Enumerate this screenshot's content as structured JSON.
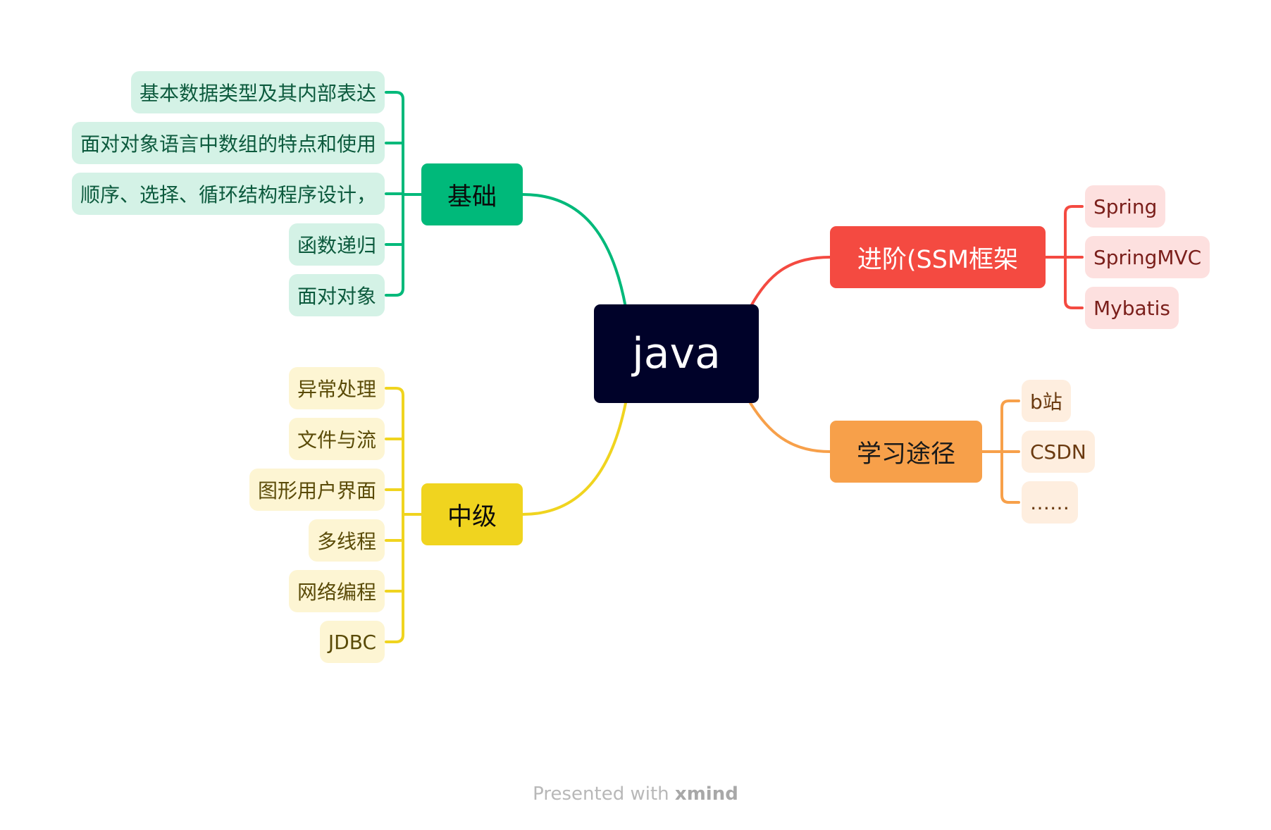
{
  "root": {
    "label": "java"
  },
  "branches": {
    "jichu": {
      "label": "基础",
      "color": "#00b97a",
      "leaf_bg": "#d4f2e6",
      "leaf_text": "#0c5a3d",
      "items": [
        "基本数据类型及其内部表达",
        "面对对象语言中数组的特点和使用",
        "顺序、选择、循环结构程序设计，",
        "函数递归",
        "面对对象"
      ]
    },
    "zhongji": {
      "label": "中级",
      "color": "#f0d41f",
      "leaf_bg": "#fdf5d3",
      "leaf_text": "#5a4b08",
      "items": [
        "异常处理",
        "文件与流",
        "图形用户界面",
        "多线程",
        "网络编程",
        "JDBC"
      ]
    },
    "jinjie": {
      "label": "进阶(SSM框架",
      "color": "#f44a41",
      "leaf_bg": "#fde0df",
      "leaf_text": "#7a1e1a",
      "items": [
        "Spring",
        "SpringMVC",
        "Mybatis"
      ]
    },
    "tujing": {
      "label": "学习途径",
      "color": "#f7a04a",
      "leaf_bg": "#feeedf",
      "leaf_text": "#6a3a10",
      "items": [
        "b站",
        "CSDN",
        "……"
      ]
    }
  },
  "footer": {
    "prefix": "Presented with",
    "brand": "xmind"
  }
}
